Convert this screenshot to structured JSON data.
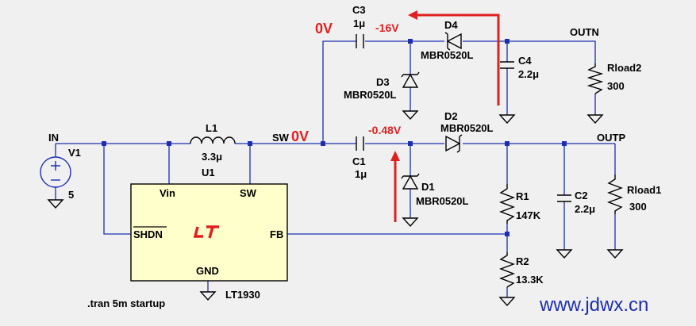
{
  "nodes": {
    "in": "IN",
    "sw": "SW",
    "outn": "OUTN",
    "outp": "OUTP"
  },
  "components": {
    "v1": {
      "name": "V1",
      "value": "5"
    },
    "l1": {
      "name": "L1",
      "value": "3.3μ"
    },
    "u1": {
      "name": "U1",
      "part": "LT1930",
      "pins": {
        "vin": "Vin",
        "sw": "SW",
        "shdn": "SHDN",
        "fb": "FB",
        "gnd": "GND"
      }
    },
    "c1": {
      "name": "C1",
      "value": "1μ"
    },
    "c2": {
      "name": "C2",
      "value": "2.2μ"
    },
    "c3": {
      "name": "C3",
      "value": "1μ"
    },
    "c4": {
      "name": "C4",
      "value": "2.2μ"
    },
    "d1": {
      "name": "D1",
      "part": "MBR0520L"
    },
    "d2": {
      "name": "D2",
      "part": "MBR0520L"
    },
    "d3": {
      "name": "D3",
      "part": "MBR0520L"
    },
    "d4": {
      "name": "D4",
      "part": "MBR0520L"
    },
    "r1": {
      "name": "R1",
      "value": "147K"
    },
    "r2": {
      "name": "R2",
      "value": "13.3K"
    },
    "rload1": {
      "name": "Rload1",
      "value": "300"
    },
    "rload2": {
      "name": "Rload2",
      "value": "300"
    }
  },
  "annotations": {
    "v_c3_left": "0V",
    "v_sw": "0V",
    "v_c3_right": "-16V",
    "v_c1_right": "-0.48V"
  },
  "sim_directive": ".tran 5m startup",
  "watermark": "www.jdwx.cn",
  "colors": {
    "wire": "#1c2fb0",
    "annotation": "#e02020",
    "ic_body": "#ffffcc",
    "background": "#f0f0f0"
  }
}
